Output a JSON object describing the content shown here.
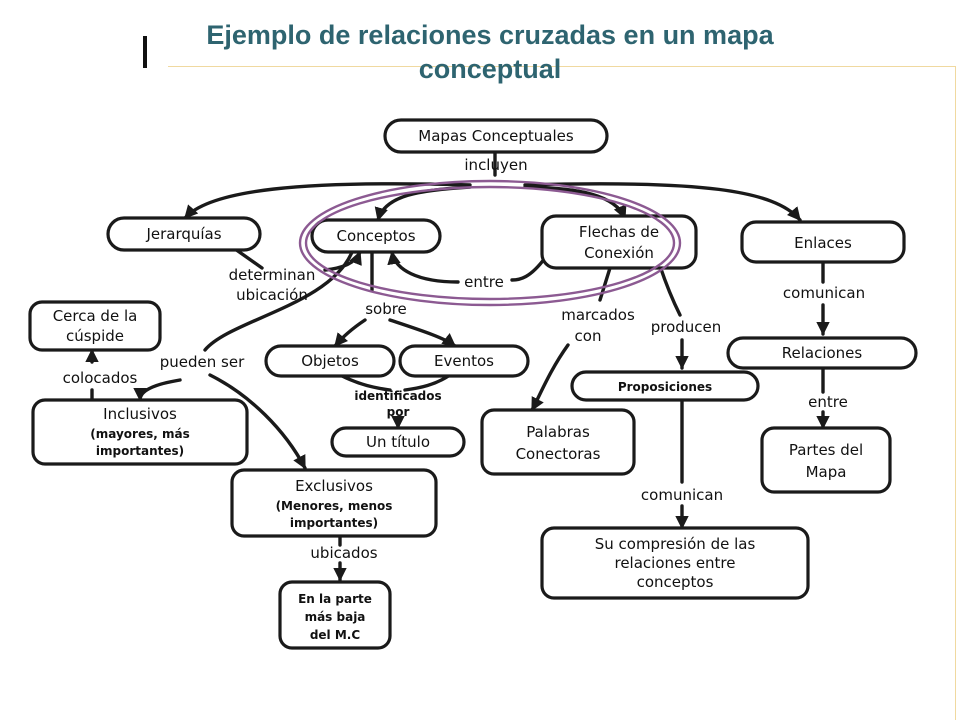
{
  "slide": {
    "title_line1": "Ejemplo de relaciones cruzadas en un mapa",
    "title_line2": "conceptual"
  },
  "nodes": {
    "mapas": "Mapas Conceptuales",
    "jerarquias": "Jerarquías",
    "conceptos": "Conceptos",
    "flechas_1": "Flechas de",
    "flechas_2": "Conexión",
    "enlaces": "Enlaces",
    "cerca_1": "Cerca de la",
    "cerca_2": "cúspide",
    "objetos": "Objetos",
    "eventos": "Eventos",
    "relaciones": "Relaciones",
    "proposiciones": "Proposiciones",
    "inclusivos_1": "Inclusivos",
    "inclusivos_2": "(mayores, más",
    "inclusivos_3": "importantes)",
    "titulo": "Un título",
    "palabras_1": "Palabras",
    "palabras_2": "Conectoras",
    "partes_1": "Partes del",
    "partes_2": "Mapa",
    "exclusivos_1": "Exclusivos",
    "exclusivos_2": "(Menores, menos",
    "exclusivos_3": "importantes)",
    "comprension_1": "Su compresión de las",
    "comprension_2": "relaciones entre",
    "comprension_3": "conceptos",
    "parte_baja_1": "En la parte",
    "parte_baja_2": "más baja",
    "parte_baja_3": "del M.C"
  },
  "links": {
    "incluyen": "incluyen",
    "determinan": "determinan",
    "ubicacion": "ubicación",
    "entre_1": "entre",
    "sobre": "sobre",
    "marcados": "marcados",
    "con": "con",
    "producen": "producen",
    "comunican_1": "comunican",
    "pueden_ser": "pueden ser",
    "colocados": "colocados",
    "identificados": "identificados",
    "por": "por",
    "entre_2": "entre",
    "comunican_2": "comunican",
    "ubicados": "ubicados"
  }
}
